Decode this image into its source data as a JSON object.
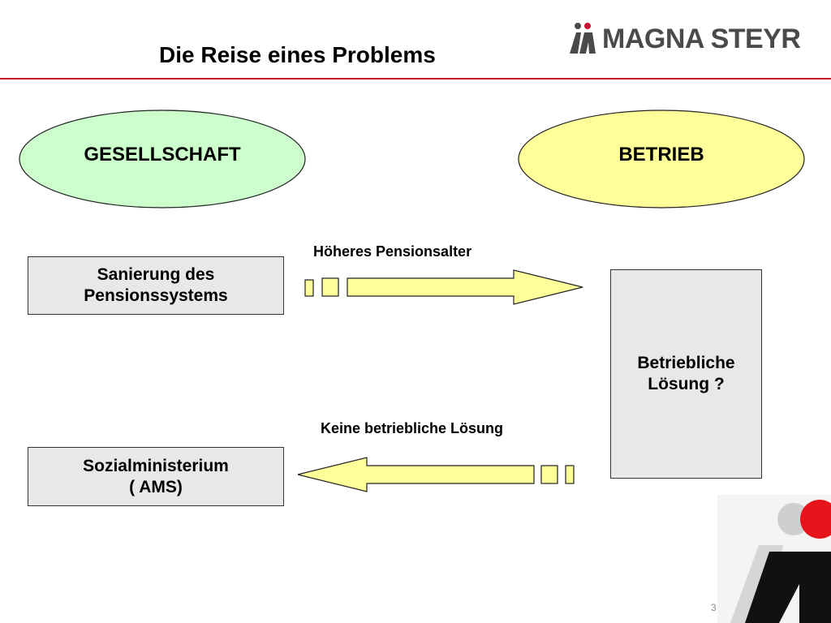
{
  "title": "Die Reise eines Problems",
  "logo": {
    "text": "MAGNA STEYR",
    "icon": "magna-figures-icon"
  },
  "nodes": {
    "society": {
      "label": "GESELLSCHAFT",
      "fill": "#ccffcc"
    },
    "company": {
      "label": "BETRIEB",
      "fill": "#ffff99"
    },
    "pension_reform": {
      "line1": "Sanierung des",
      "line2": "Pensionssystems"
    },
    "ministry": {
      "line1": "Sozialministerium",
      "line2": "( AMS)"
    },
    "company_solution": {
      "line1": "Betriebliche",
      "line2": "Lösung ?"
    }
  },
  "edges": [
    {
      "label": "Höheres Pensionsalter",
      "from": "pension_reform",
      "to": "company_solution",
      "direction": "right"
    },
    {
      "label": "Keine betriebliche Lösung",
      "from": "company_solution",
      "to": "ministry",
      "direction": "left"
    }
  ],
  "colors": {
    "accent_red": "#c8102e",
    "arrow_fill": "#ffff99",
    "box_fill": "#e8e8e8"
  },
  "page_number": "3"
}
